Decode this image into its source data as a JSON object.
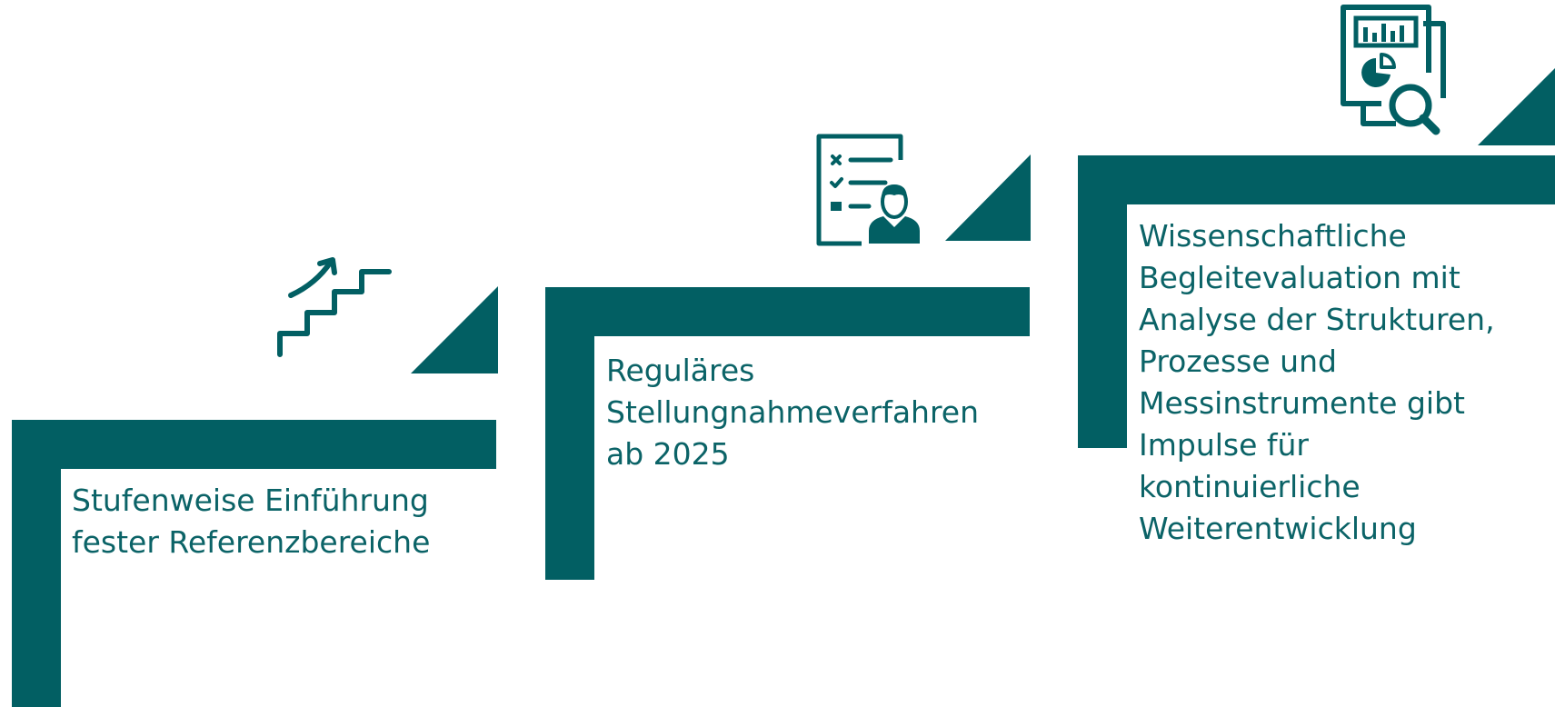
{
  "colors": {
    "primary": "#025f63",
    "text": "#0b6367",
    "background": "#ffffff"
  },
  "steps": [
    {
      "icon": "stairs-arrow-up-icon",
      "lines": [
        "Stufenweise Einführung",
        "fester Referenzbereiche"
      ]
    },
    {
      "icon": "checklist-person-icon",
      "lines": [
        "Reguläres",
        "Stellungnahmeverfahren",
        "ab 2025"
      ]
    },
    {
      "icon": "report-magnifier-icon",
      "lines": [
        "Wissenschaftliche",
        "Begleitevaluation mit",
        "Analyse der Strukturen,",
        "Prozesse und",
        "Messinstrumente gibt",
        "Impulse für",
        "kontinuierliche",
        "Weiterentwicklung"
      ]
    }
  ]
}
